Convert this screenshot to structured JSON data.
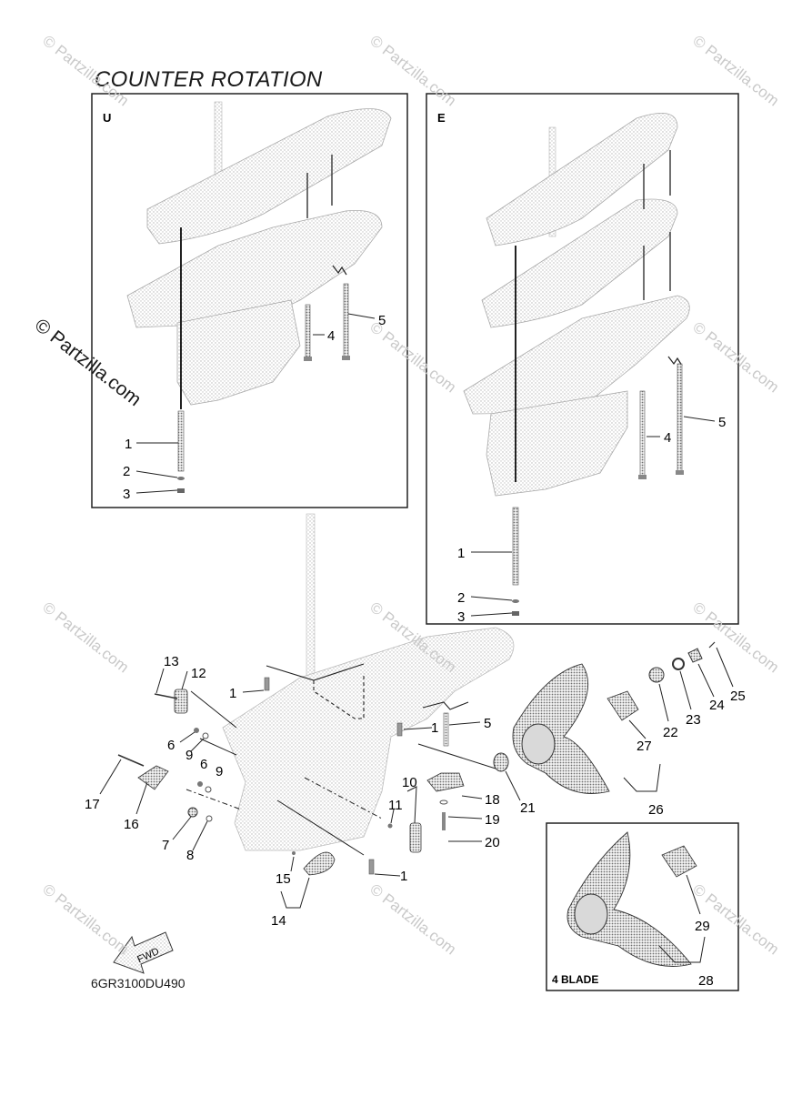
{
  "title": "COUNTER ROTATION",
  "diagram_code": "6GR3100DU490",
  "watermark": {
    "text": "© Partzilla.com",
    "main_text": "© Partzilla.com"
  },
  "panel_u": {
    "label": "U",
    "callouts": [
      "1",
      "2",
      "3",
      "4",
      "5"
    ]
  },
  "panel_e": {
    "label": "E",
    "callouts": [
      "1",
      "2",
      "3",
      "4",
      "5"
    ]
  },
  "panel_4blade": {
    "label": "4 BLADE",
    "callouts": [
      "28",
      "29"
    ]
  },
  "main_callouts": [
    "1",
    "1",
    "1",
    "5",
    "12",
    "13",
    "6",
    "9",
    "6",
    "9",
    "7",
    "8",
    "17",
    "16",
    "10",
    "11",
    "18",
    "19",
    "20",
    "21",
    "15",
    "14",
    "22",
    "23",
    "24",
    "25",
    "27",
    "26"
  ],
  "fwd_arrow": "FWD"
}
